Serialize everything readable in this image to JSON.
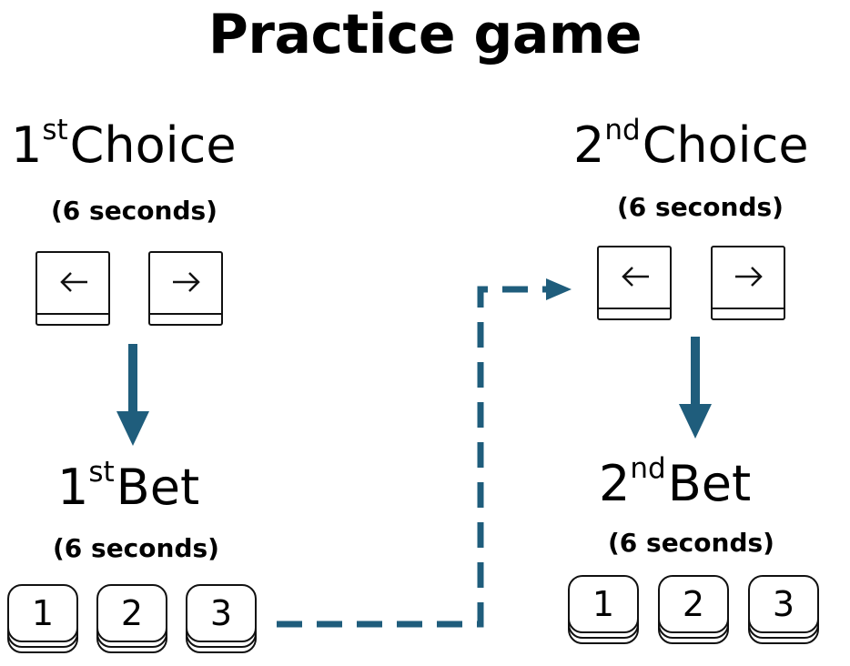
{
  "title": "Practice game",
  "colors": {
    "arrow": "#1f5d7c",
    "key_border": "#111111"
  },
  "first_choice": {
    "number": "1",
    "suffix": "st",
    "label": "Choice",
    "duration": "(6 seconds)",
    "keys": [
      {
        "icon": "left-arrow-icon"
      },
      {
        "icon": "right-arrow-icon"
      }
    ]
  },
  "first_bet": {
    "number": "1",
    "suffix": "st",
    "label": "Bet",
    "duration": "(6 seconds)",
    "keys": [
      "1",
      "2",
      "3"
    ]
  },
  "second_choice": {
    "number": "2",
    "suffix": "nd",
    "label": "Choice",
    "duration": "(6 seconds)",
    "keys": [
      {
        "icon": "left-arrow-icon"
      },
      {
        "icon": "right-arrow-icon"
      }
    ]
  },
  "second_bet": {
    "number": "2",
    "suffix": "nd",
    "label": "Bet",
    "duration": "(6 seconds)",
    "keys": [
      "1",
      "2",
      "3"
    ]
  }
}
